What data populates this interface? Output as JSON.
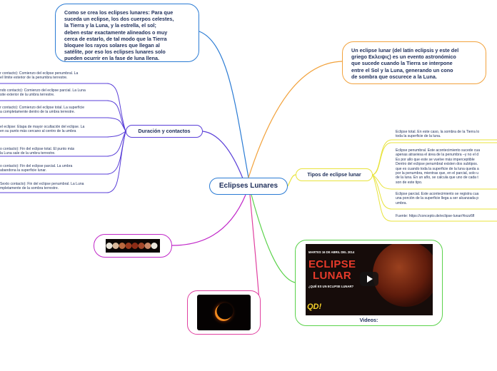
{
  "central": "Eclipses Lunares",
  "creation_text": "Como se crea los eclipses lunares: Para que suceda un eclipse, los dos cuerpos celestes, la Tierra y la Luna, y la estrella, el sol; deben estar exactamente alineados o muy cerca de estarlo, de tal modo que la Tierra bloquee los rayos solares que llegan al satélite, por eso los eclipses lunares solo pueden ocurrir en la fase de luna llena.",
  "creation_lines": [
    "Como se crea los eclipses lunares: Para que",
    "suceda un eclipse, los dos cuerpos celestes,",
    "la Tierra y la Luna, y la estrella, el sol;",
    "deben estar exactamente alineados o muy",
    "cerca de estarlo, de tal modo que la Tierra",
    "bloquee los rayos solares que llegan al",
    "satélite, por eso los eclipses lunares solo",
    "pueden ocurrir en la fase de luna llena."
  ],
  "definition_lines": [
    "Un eclipse lunar (del latín eclipsis y este del",
    "griego Εκλειψις) es un evento astronómico",
    "que sucede cuando la Tierra se interpone",
    "entre el Sol y la Luna, generando un cono",
    "de sombra que oscurece a la Luna."
  ],
  "duracion": {
    "label": "Duración y contactos",
    "items": [
      [
        "r contacto): Comienzo del eclipse penumbral. La",
        " el límite exterior de la penumbra terrestre."
      ],
      [
        "ndo contacto): Comienzo del eclipse parcial. La Luna",
        "site exterior de la umbra terrestre."
      ],
      [
        "r contacto): Comienzo del eclipse total. La superficie",
        "a completamente dentro de la umbra terrestre."
      ],
      [
        "el eclipse: Etapa de mayor ocultación del eclipse. La",
        " en su punto más cercano al centro de la umbra"
      ],
      [
        "o contacto): Fin del eclipse total. El punto más",
        " la Luna sale de la umbra terrestre."
      ],
      [
        "o contacto): Fin del eclipse parcial. La umbra",
        "abandona la superficie lunar."
      ],
      [
        "Sexto contacto): Fin del eclipse penumbral. La Luna",
        "mpletamente de la sombra terrestre."
      ]
    ]
  },
  "tipos": {
    "label": "Tipos de eclipse lunar",
    "items": [
      [
        "Eclipse total. En este caso, la sombra de la Tierra lo",
        "toda la superficie de la luna."
      ],
      [
        "Eclipse penumbral. Este acontecimiento sucede cua",
        "apenas atraviesa el área de la penumbra –y no el d",
        "Es por allo que este se vuelve más imperceptible",
        "Dentro del eclipse penumbral existen dos subtipos.",
        "que es cuando toda la superficie de la luna queda a",
        "por la penumbra, mientras que, en el parcial, solo u",
        "de la luna. En un año, se calcula que uno de cada t",
        "son de este tipo."
      ],
      [
        "Eclipse parcial. Este acontecimiento se registra cua",
        "una porción de la superficie llega a ser alcanzada p",
        "umbra."
      ],
      [
        "Fuente: https://concepto.de/eclipse-lunar/#ixzz6fl"
      ]
    ]
  },
  "video": {
    "caption": "Videos:",
    "date_line": "MARTES 16 DE ABRIL DEL 2014",
    "title_1": "ECLIPSE",
    "title_2": "LUNAR",
    "subtitle": "¿QUÉ ES UN ECLIPSE LUNAR?",
    "brand": "QD!"
  },
  "colors": {
    "central_border": "#2a7bd4",
    "duracion": "#5a3fd8",
    "tipos": "#e8e33a",
    "definition": "#f2a23c",
    "video": "#5ad24a",
    "image1": "#c026c8",
    "image2": "#e040a0",
    "text": "#1e2e5a"
  },
  "icons": [
    "play-icon"
  ]
}
